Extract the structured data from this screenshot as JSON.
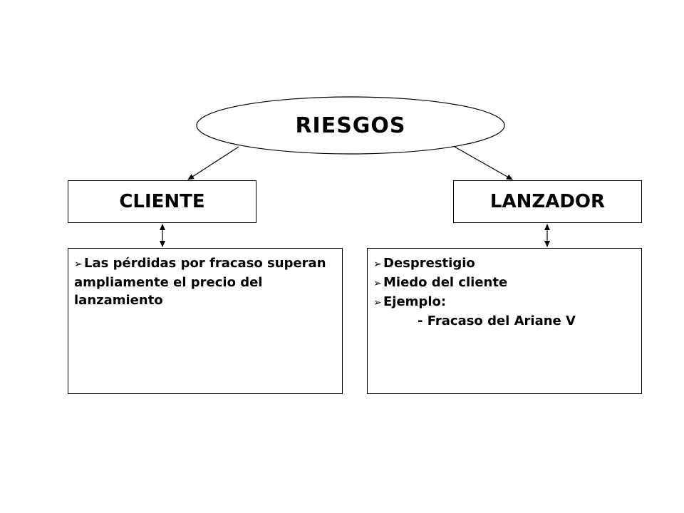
{
  "diagram": {
    "root": {
      "label": "RIESGOS"
    },
    "branches": [
      {
        "title": "CLIENTE",
        "bullets": [
          "Las pérdidas por fracaso superan ampliamente el precio del lanzamiento"
        ]
      },
      {
        "title": "LANZADOR",
        "bullets": [
          "Desprestigio",
          "Miedo del cliente",
          "Ejemplo:"
        ],
        "sub_item": "- Fracaso del Ariane V"
      }
    ],
    "bullet_icon": "➢"
  }
}
